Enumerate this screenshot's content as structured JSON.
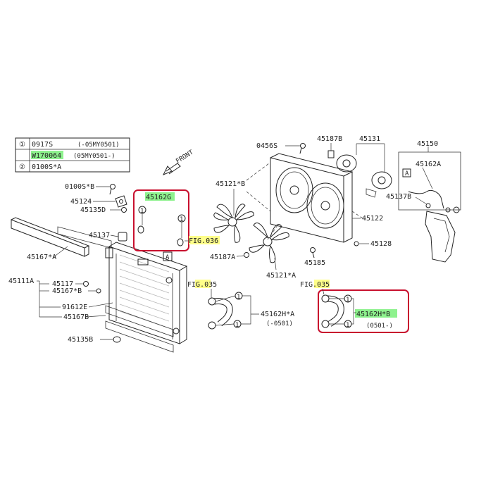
{
  "legend": {
    "rows": [
      {
        "num": "①",
        "code": "0917S",
        "range": "(-05MY0501)"
      },
      {
        "num": "",
        "code": "W170064",
        "range": "(05MY0501-)"
      },
      {
        "num": "②",
        "code": "0100S*A",
        "range": ""
      }
    ]
  },
  "front_label": "FRONT",
  "labels": {
    "p0100s_b": "0100S*B",
    "p45124": "45124",
    "p45135d": "45135D",
    "p45137": "45137",
    "p45167a": "45167*A",
    "p45111a": "45111A",
    "p45117": "45117",
    "p45167b_star": "45167*B",
    "p91612e": "91612E",
    "p45167b": "45167B",
    "p45135b": "45135B",
    "p45162g": "45162G",
    "fig036": "FIG.036",
    "box_a1": "A",
    "p45121b": "45121*B",
    "p45187a": "45187A",
    "p45121a": "45121*A",
    "p0456s": "0456S",
    "p45187b": "45187B",
    "p45131": "45131",
    "p45122": "45122",
    "p45128": "45128",
    "p45185": "45185",
    "p45150": "45150",
    "p45162a": "45162A",
    "box_a2": "A",
    "p45137b": "45137B",
    "fig035_left": "FIG.035",
    "p45162ha": "45162H*A",
    "range_ha": "(-0501)",
    "fig035_right": "FIG.035",
    "p45162hb": "45162H*B",
    "range_hb": "(0501-)",
    "c1": "1",
    "c2": "1",
    "c3": "1",
    "c4": "1",
    "c5": "1",
    "c6": "1"
  },
  "colors": {
    "highlight_green": "#8ef28e",
    "highlight_yellow": "#ffff8a",
    "callout_red": "#c8102e"
  }
}
